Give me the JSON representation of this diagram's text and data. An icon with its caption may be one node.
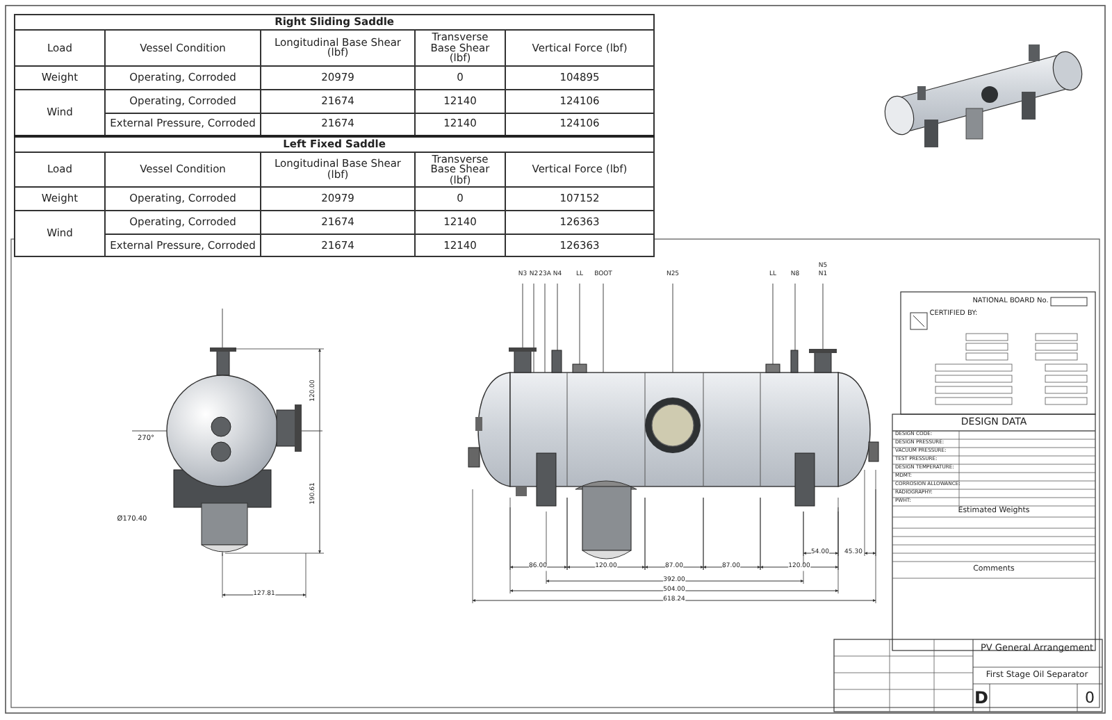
{
  "diagram": {
    "labels": [
      "Right Sliding Saddle",
      "Load",
      "Vessel Condition",
      "Longitudinal Base Shear (lbf)",
      "Transverse Base Shear (lbf)",
      "Vertical Force (lbf)",
      "Weight",
      "Operating, Corroded",
      "20979",
      "0",
      "104895",
      "Wind",
      "Operating, Corroded",
      "21674",
      "12140",
      "124106",
      "External Pressure, Corroded",
      "21674",
      "12140",
      "124106",
      "Left Fixed Saddle",
      "Load",
      "Vessel Condition",
      "Longitudinal Base Shear (lbf)",
      "Transverse Base Shear (lbf)",
      "Vertical Force (lbf)",
      "Weight",
      "Operating, Corroded",
      "20979",
      "0",
      "107152",
      "Wind",
      "Operating, Corroded",
      "21674",
      "12140",
      "126363",
      "External Pressure, Corroded",
      "21674",
      "12140",
      "126363",
      "N3",
      "N2",
      "23A",
      "N4",
      "LL",
      "BOOT",
      "N25",
      "LL",
      "N8",
      "N5",
      "N1",
      "86.00",
      "120.00",
      "87.00",
      "87.00",
      "120.00",
      "54.00",
      "45.30",
      "392.00",
      "504.00",
      "618.24",
      "270°",
      "Ø170.40",
      "120.00",
      "190.61",
      "127.81",
      "NATIONAL BOARD No.",
      "CERTIFIED BY:",
      "DESIGN DATA",
      "DESIGN CODE:",
      "DESIGN PRESSURE:",
      "VACUUM PRESSURE:",
      "TEST PRESSURE:",
      "DESIGN TEMPERATURE:",
      "MDMT:",
      "CORROSION ALLOWANCE:",
      "RADIOGRAPHY:",
      "PWHT:",
      "Estimated Weights",
      "Comments",
      "PV General Arrangement",
      "First Stage Oil Separator",
      "D",
      "0"
    ]
  }
}
